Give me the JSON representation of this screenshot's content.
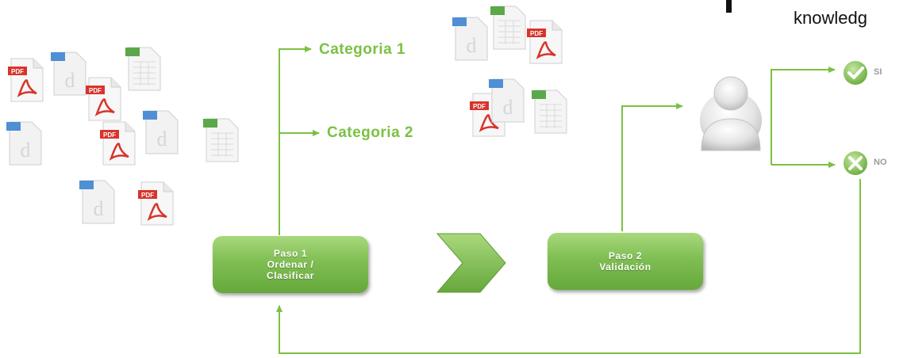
{
  "brand": {
    "text": "knowledg"
  },
  "categories": {
    "cat1": "Categoria 1",
    "cat2": "Categoria 2"
  },
  "step1": {
    "line1": "Paso 1",
    "line2": "Ordenar /",
    "line3": "Clasificar"
  },
  "step2": {
    "line1": "Paso 2",
    "line2": "Validación"
  },
  "results": {
    "yes": "SI",
    "no": "NO"
  },
  "doc_labels": {
    "pdf": "PDF"
  },
  "colors": {
    "accent_green": "#7ac143",
    "step_green": "#7fbe52",
    "pdf_red": "#d8342c",
    "word_blue": "#4f8fd4",
    "excel_green": "#5aa84a"
  },
  "icons": [
    "pdf-file-icon",
    "word-file-icon",
    "excel-file-icon",
    "user-avatar-icon",
    "check-icon",
    "x-icon",
    "chevron-arrow-icon"
  ]
}
